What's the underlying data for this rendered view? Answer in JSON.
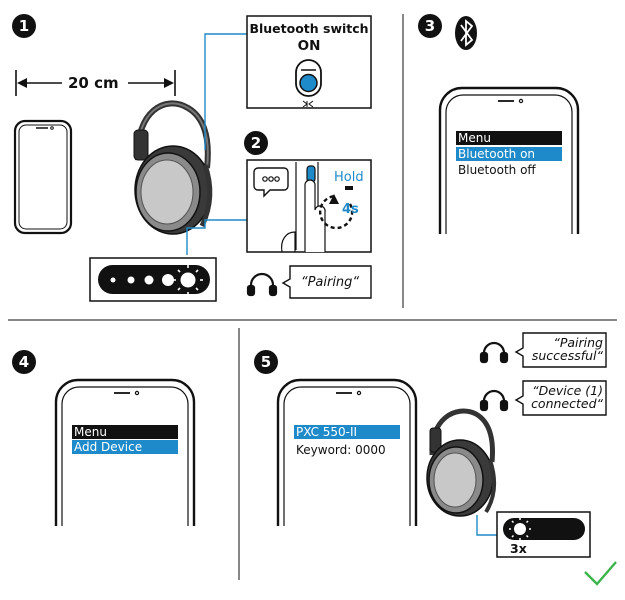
{
  "steps": {
    "step1": {
      "number": "1",
      "distance": "20 cm",
      "switch_title": "Bluetooth switch",
      "switch_state": "ON",
      "pairing_callout": "“Pairing“"
    },
    "step2": {
      "number": "2",
      "hold_label": "Hold",
      "hold_time": "4s"
    },
    "step3": {
      "number": "3",
      "menu": [
        "Menu",
        "Bluetooth on",
        "Bluetooth off"
      ]
    },
    "step4": {
      "number": "4",
      "menu": [
        "Menu",
        "Add Device"
      ]
    },
    "step5": {
      "number": "5",
      "device_name": "PXC 550-II",
      "keyword": "Keyword: 0000",
      "callout1_line1": "“Pairing",
      "callout1_line2": "successful“",
      "callout2_line1": "“Device (1)",
      "callout2_line2": "connected“",
      "flash_count": "3x"
    }
  },
  "colors": {
    "accent": "#1f8ac9",
    "dark": "#111111",
    "check": "#3bb54a"
  },
  "icons": {
    "bluetooth": "bluetooth-logo-icon",
    "check": "checkmark-icon",
    "headphone": "headphone-icon",
    "chat": "speech-bubble-icon"
  }
}
